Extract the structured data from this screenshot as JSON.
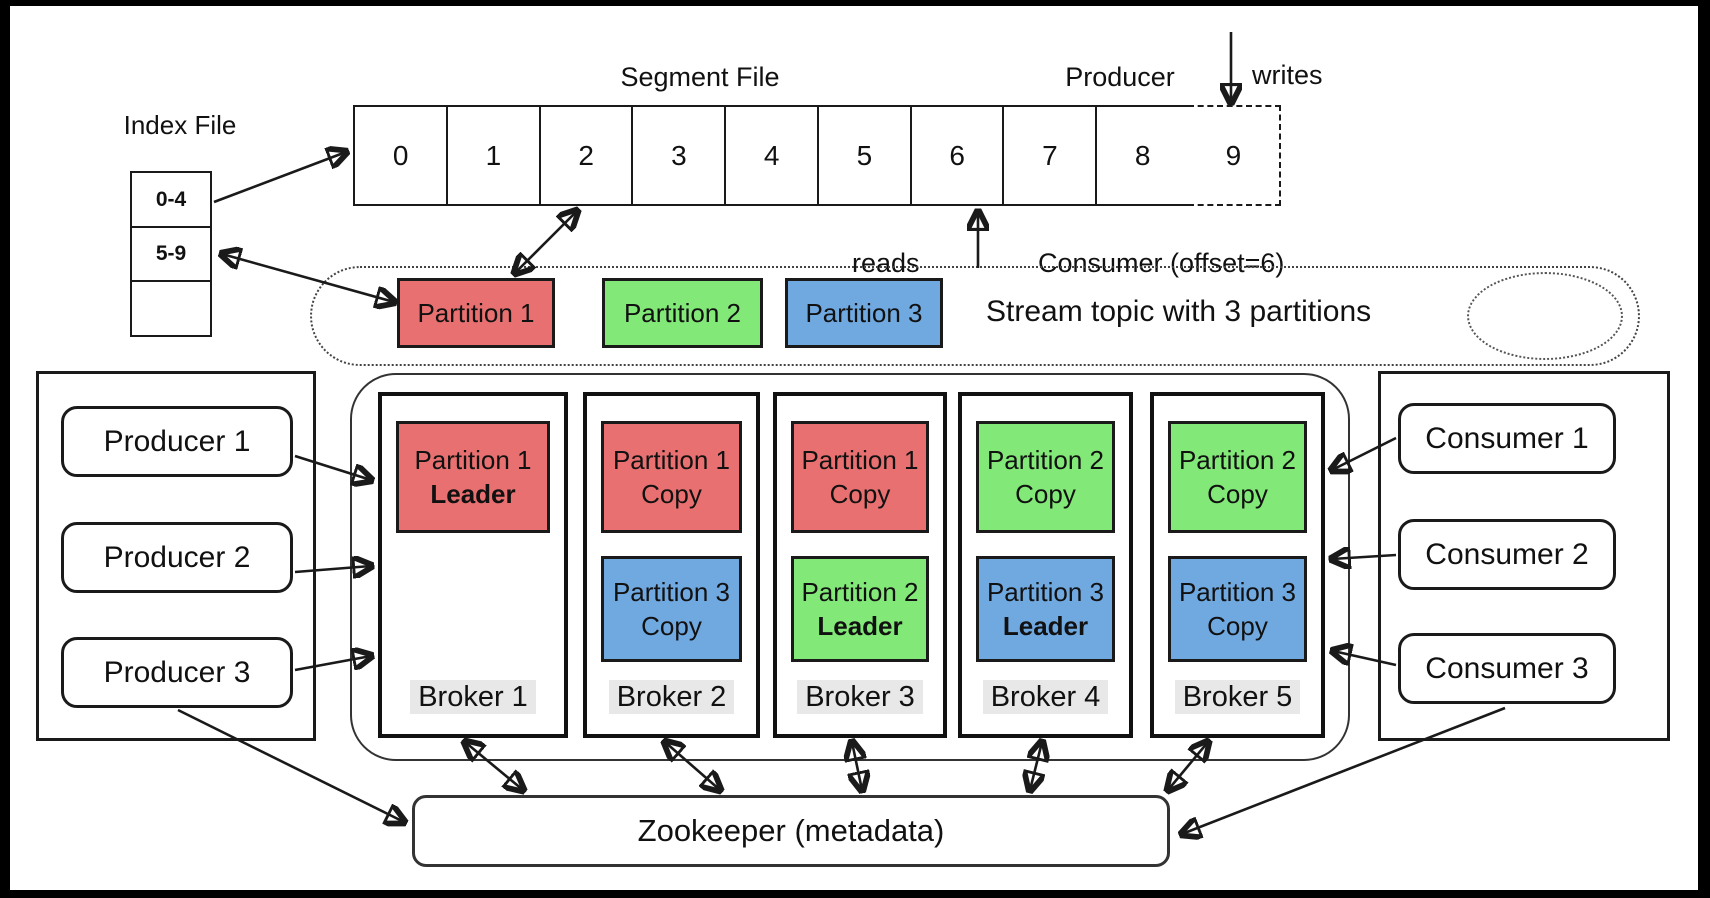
{
  "palette": {
    "red": "#E87070",
    "green": "#82E878",
    "blue": "#70A8E0",
    "border": "#1a1a1a",
    "label_bg": "#e8e8e8"
  },
  "index_file": {
    "label": "Index File",
    "cells": [
      "0-4",
      "5-9",
      ""
    ]
  },
  "segment": {
    "label": "Segment File",
    "cells": [
      "0",
      "1",
      "2",
      "3",
      "4",
      "5",
      "6",
      "7",
      "8",
      "9"
    ]
  },
  "top_annotations": {
    "producer": "Producer",
    "writes": "writes",
    "reads": "reads",
    "consumer_offset": "Consumer (offset=6)"
  },
  "stream": {
    "label": "Stream topic with 3 partitions",
    "partitions": [
      {
        "label": "Partition 1",
        "color": "red"
      },
      {
        "label": "Partition 2",
        "color": "green"
      },
      {
        "label": "Partition 3",
        "color": "blue"
      }
    ]
  },
  "producers": {
    "items": [
      "Producer 1",
      "Producer 2",
      "Producer 3"
    ]
  },
  "consumers": {
    "items": [
      "Consumer 1",
      "Consumer 2",
      "Consumer 3"
    ]
  },
  "brokers": {
    "items": [
      {
        "name": "Broker 1",
        "partitions": [
          {
            "title": "Partition 1",
            "subtitle": "Leader",
            "color": "red"
          }
        ]
      },
      {
        "name": "Broker 2",
        "partitions": [
          {
            "title": "Partition 1",
            "subtitle": "Copy",
            "color": "red"
          },
          {
            "title": "Partition 3",
            "subtitle": "Copy",
            "color": "blue"
          }
        ]
      },
      {
        "name": "Broker 3",
        "partitions": [
          {
            "title": "Partition 1",
            "subtitle": "Copy",
            "color": "red"
          },
          {
            "title": "Partition 2",
            "subtitle": "Leader",
            "color": "green"
          }
        ]
      },
      {
        "name": "Broker 4",
        "partitions": [
          {
            "title": "Partition 2",
            "subtitle": "Copy",
            "color": "green"
          },
          {
            "title": "Partition 3",
            "subtitle": "Leader",
            "color": "blue"
          }
        ]
      },
      {
        "name": "Broker 5",
        "partitions": [
          {
            "title": "Partition 2",
            "subtitle": "Copy",
            "color": "green"
          },
          {
            "title": "Partition 3",
            "subtitle": "Copy",
            "color": "blue"
          }
        ]
      }
    ]
  },
  "zookeeper": {
    "label": "Zookeeper (metadata)"
  }
}
